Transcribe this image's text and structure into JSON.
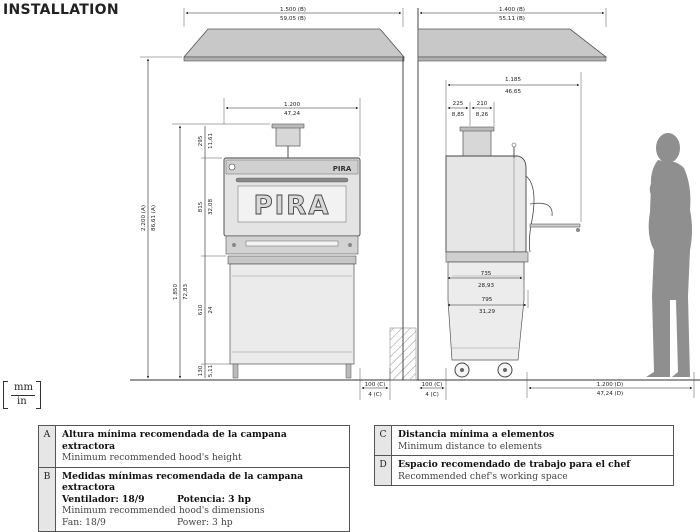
{
  "title": "INSTALLATION",
  "brand_logo": "PIRA",
  "dimensions": {
    "hood_front_width_mm": "1.500 (B)",
    "hood_front_width_in": "59,05 (B)",
    "hood_side_depth_mm": "1.400 (B)",
    "hood_side_depth_in": "55,11 (B)",
    "oven_width_mm": "1.200",
    "oven_width_in": "47,24",
    "side_depth_mm": "1.185",
    "side_depth_in": "46,65",
    "chimney_offset_mm": "225",
    "chimney_offset_in": "8,85",
    "chimney_width_mm": "210",
    "chimney_width_in": "8,26",
    "hood_height_mm": "2.200 (A)",
    "hood_height_in": "86,61 (A)",
    "total_height_mm": "1.850",
    "total_height_in": "72,83",
    "chimney_height_mm": "295",
    "chimney_height_in": "11,61",
    "body_height_mm": "815",
    "body_height_in": "32,08",
    "stand_height_mm": "610",
    "stand_height_in": "24",
    "foot_height_mm": "130",
    "foot_height_in": "5,11",
    "base_depth_mm": "735",
    "base_depth_in": "28,93",
    "cart_depth_mm": "795",
    "cart_depth_in": "31,29",
    "wall_gap_front_mm": "100 (C)",
    "wall_gap_front_in": "4 (C)",
    "wall_gap_side_mm": "100 (C)",
    "wall_gap_side_in": "4 (C)",
    "work_space_mm": "1.200 (D)",
    "work_space_in": "47,24 (D)"
  },
  "units": {
    "primary": "mm",
    "secondary": "in"
  },
  "legend": {
    "A": {
      "key": "A",
      "title": "Altura mínima recomendada de la campana extractora",
      "subtitle": "Minimum recommended hood's height"
    },
    "B": {
      "key": "B",
      "title": "Medidas mínimas recomendada de la campana extractora",
      "fan_es": "Ventilador: 18/9",
      "power_es": "Potencia: 3 hp",
      "subtitle": "Minimum recommended hood's dimensions",
      "fan_en": "Fan: 18/9",
      "power_en": "Power: 3 hp"
    },
    "C": {
      "key": "C",
      "title": "Distancia mínima a elementos",
      "subtitle": "Minimum distance to elements"
    },
    "D": {
      "key": "D",
      "title": "Espacio recomendado de trabajo para el chef",
      "subtitle": "Recommended chef's working space"
    }
  }
}
